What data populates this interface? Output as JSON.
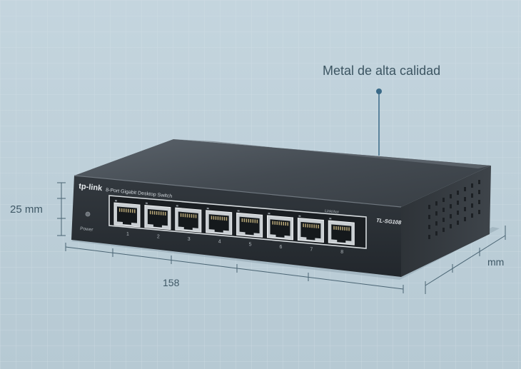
{
  "callout": {
    "text": "Metal de alta calidad",
    "dot_color": "#3a6a88"
  },
  "dimensions": {
    "height": "25 mm",
    "width": "158",
    "depth": "mm"
  },
  "device": {
    "brand": "tp-link",
    "description": "8-Port Gigabit Desktop Switch",
    "model": "TL-SG108",
    "power_label": "Power",
    "link_label": "Link/Act",
    "ports": [
      "1",
      "2",
      "3",
      "4",
      "5",
      "6",
      "7",
      "8"
    ],
    "body_color": "#3a4047",
    "front_color": "#2a2f35"
  },
  "icons": [
    "power-led-icon",
    "ethernet-port-icon"
  ]
}
